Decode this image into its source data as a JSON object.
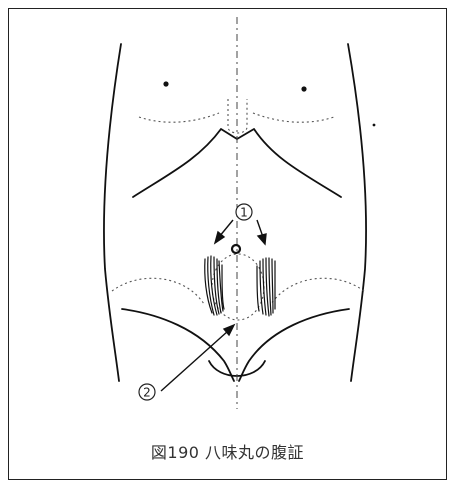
{
  "figure": {
    "caption": "図190 八味丸の腹証",
    "markers": {
      "m1": "1",
      "m2": "2"
    }
  }
}
